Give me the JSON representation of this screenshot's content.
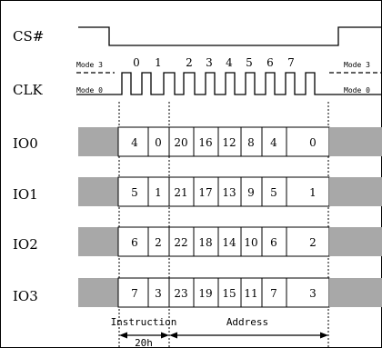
{
  "signals": {
    "cs": "CS#",
    "clk": "CLK",
    "io0": "IO0",
    "io1": "IO1",
    "io2": "IO2",
    "io3": "IO3"
  },
  "clock": {
    "mode3": "Mode 3",
    "mode0": "Mode 0",
    "cycles": [
      "0",
      "1",
      "2",
      "3",
      "4",
      "5",
      "6",
      "7"
    ]
  },
  "io_rows": [
    {
      "signal": "io0",
      "values": [
        "4",
        "0",
        "20",
        "16",
        "12",
        "8",
        "4",
        "0"
      ]
    },
    {
      "signal": "io1",
      "values": [
        "5",
        "1",
        "21",
        "17",
        "13",
        "9",
        "5",
        "1"
      ]
    },
    {
      "signal": "io2",
      "values": [
        "6",
        "2",
        "22",
        "18",
        "14",
        "10",
        "6",
        "2"
      ]
    },
    {
      "signal": "io3",
      "values": [
        "7",
        "3",
        "23",
        "19",
        "15",
        "11",
        "7",
        "3"
      ]
    }
  ],
  "phases": {
    "instruction": "Instruction",
    "instruction_code": "20h",
    "address": "Address"
  },
  "colors": {
    "dont_care": "#a8a8a8",
    "line": "#000000"
  }
}
